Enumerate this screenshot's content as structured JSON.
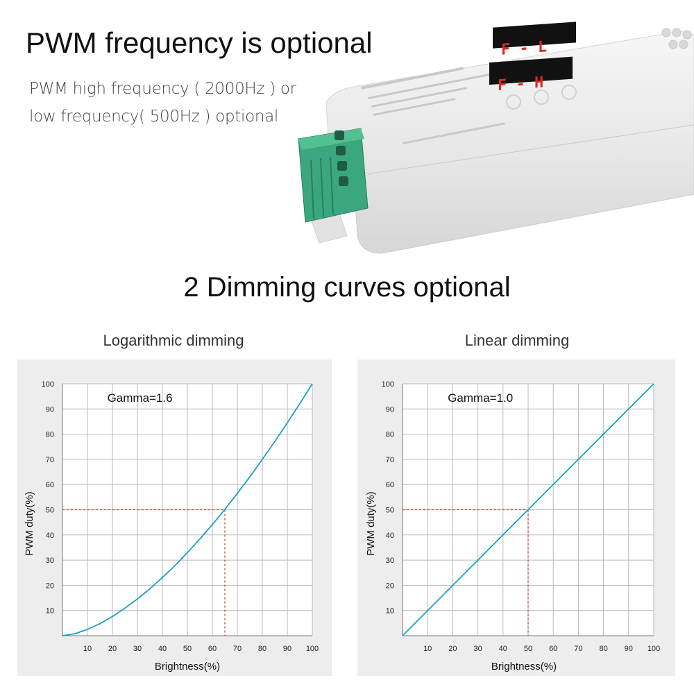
{
  "header": {
    "title": "PWM frequency is optional",
    "desc_line1": "PWM high frequency ( 2000Hz ) or",
    "desc_line2": "low frequency( 500Hz ) optional"
  },
  "device": {
    "display_top": "F - L",
    "display_bottom": "F - H",
    "icons": [
      "device-photo-icon",
      "terminal-block-icon",
      "led-display-icon"
    ]
  },
  "section": {
    "title": "2 Dimming curves optional"
  },
  "colors": {
    "curve": "#1aa0c4",
    "guide": "#c0392b",
    "grid": "#b9b9b9",
    "panel": "#ededed",
    "display_text": "#e0271f"
  },
  "chart_data": [
    {
      "type": "line",
      "title": "Logarithmic dimming",
      "annotation": "Gamma=1.6",
      "gamma": 1.6,
      "xlabel": "Brightness(%)",
      "ylabel": "PWM duty(%)",
      "xlim": [
        0,
        100
      ],
      "ylim": [
        0,
        100
      ],
      "xticks": [
        10,
        20,
        30,
        40,
        50,
        60,
        70,
        80,
        90,
        100
      ],
      "yticks": [
        10,
        20,
        30,
        40,
        50,
        60,
        70,
        80,
        90,
        100
      ],
      "grid": true,
      "x": [
        0,
        5,
        10,
        15,
        20,
        25,
        30,
        35,
        40,
        45,
        50,
        55,
        60,
        65,
        70,
        75,
        80,
        85,
        90,
        95,
        100
      ],
      "y": [
        0,
        0.8,
        2.5,
        4.8,
        7.6,
        10.9,
        14.6,
        18.6,
        23.1,
        27.8,
        33.0,
        38.4,
        44.1,
        50.1,
        56.5,
        63.1,
        70.0,
        77.1,
        84.5,
        92.1,
        100
      ],
      "guide": {
        "x": 65,
        "y": 50
      }
    },
    {
      "type": "line",
      "title": "Linear dimming",
      "annotation": "Gamma=1.0",
      "gamma": 1.0,
      "xlabel": "Brightness(%)",
      "ylabel": "PWM duty(%)",
      "xlim": [
        0,
        100
      ],
      "ylim": [
        0,
        100
      ],
      "xticks": [
        10,
        20,
        30,
        40,
        50,
        60,
        70,
        80,
        90,
        100
      ],
      "yticks": [
        10,
        20,
        30,
        40,
        50,
        60,
        70,
        80,
        90,
        100
      ],
      "grid": true,
      "x": [
        0,
        10,
        20,
        30,
        40,
        50,
        60,
        70,
        80,
        90,
        100
      ],
      "y": [
        0,
        10,
        20,
        30,
        40,
        50,
        60,
        70,
        80,
        90,
        100
      ],
      "guide": {
        "x": 50,
        "y": 50
      }
    }
  ]
}
